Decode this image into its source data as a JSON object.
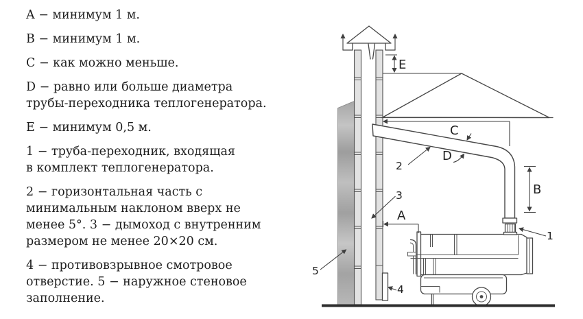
{
  "legend": {
    "items": [
      "A − минимум 1 м.",
      "B − минимум 1 м.",
      "C − как можно меньше.",
      "D − равно или больше диаметра\nтрубы-переходника теплогенератора.",
      "E − минимум 0,5 м.",
      "1 − труба-переходник, входящая\nв комплект теплогенератора.",
      "2 − горизонтальная часть с\nминимальным наклоном вверх не\nменее 5°. 3 − дымоход с внутренним\nразмером не менее 20×20 см.",
      "4 − противовзрывное смотровое\nотверстие. 5 − наружное стеновое\nзаполнение."
    ]
  },
  "diagram": {
    "labels": {
      "A": "A",
      "B": "B",
      "C": "C",
      "D": "D",
      "E": "E",
      "n1": "1",
      "n2": "2",
      "n3": "3",
      "n4": "4",
      "n5": "5"
    },
    "colors": {
      "line": "#474747",
      "wall_gray": "#b0b0b0",
      "chimney_fill": "#e2e2e2",
      "ground": "#2d2d2d",
      "text": "#1f1f1f"
    }
  }
}
